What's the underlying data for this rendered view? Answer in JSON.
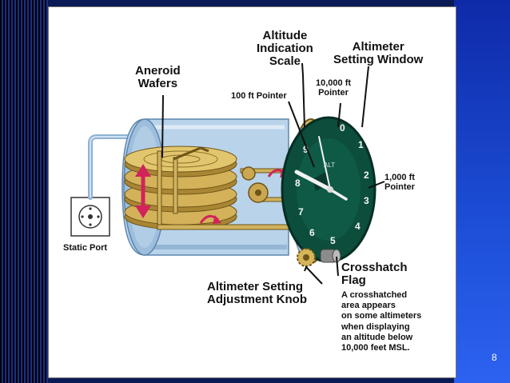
{
  "labels": {
    "aneroid_wafers": "Aneroid\nWafers",
    "altitude_scale": "Altitude\nIndication\nScale",
    "setting_window": "Altimeter\nSetting Window",
    "pointer_100": "100 ft Pointer",
    "pointer_10000": "10,000 ft\nPointer",
    "pointer_1000": "1,000 ft\nPointer",
    "static_port": "Static Port",
    "crosshatch_title": "Crosshatch\nFlag",
    "crosshatch_desc": "A crosshatched\narea appears\non some altimeters\nwhen displaying\nan altitude below\n10,000 feet MSL.",
    "adjustment_knob": "Altimeter Setting\nAdjustment Knob",
    "dial_text": "ALT"
  },
  "dial_numbers": [
    "0",
    "1",
    "2",
    "3",
    "4",
    "5",
    "6",
    "7",
    "8",
    "9"
  ],
  "slide_number": "8",
  "colors": {
    "case": "#b9d3ea",
    "case_dark": "#7ea3c6",
    "dial": "#0f5a46",
    "brass": "#c9a64a",
    "arrow": "#d2235a"
  }
}
